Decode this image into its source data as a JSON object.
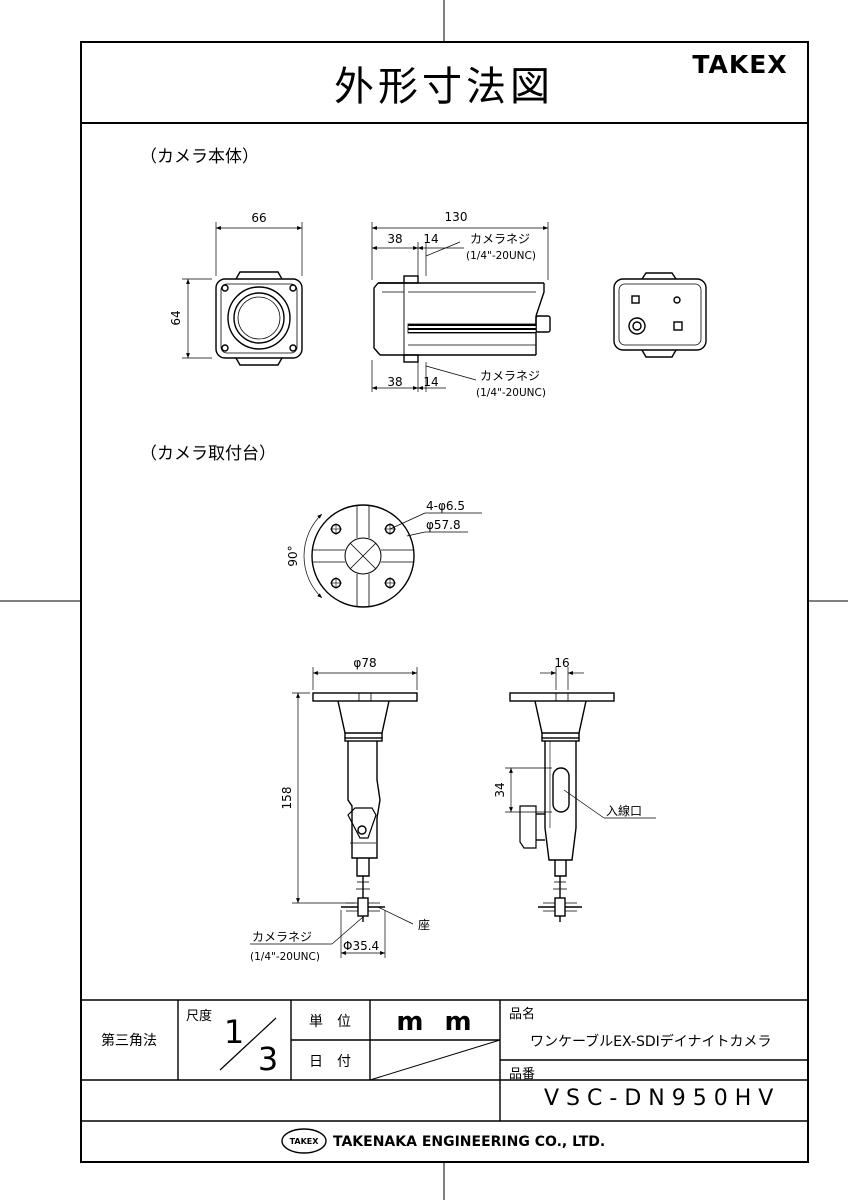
{
  "header": {
    "title": "外形寸法図",
    "brand": "TAKEX"
  },
  "sections": {
    "camera_body": "（カメラ本体）",
    "mount": "（カメラ取付台）"
  },
  "dimensions": {
    "front_width": "66",
    "front_height": "64",
    "side_length": "130",
    "top_offset_a": "38",
    "top_offset_b": "14",
    "bottom_offset_a": "38",
    "bottom_offset_b": "14",
    "screw_label_top": "カメラネジ",
    "screw_spec_top": "(1/4\"-20UNC)",
    "screw_label_bottom": "カメラネジ",
    "screw_spec_bottom": "(1/4\"-20UNC)",
    "holes": "4-φ6.5",
    "pcd": "φ57.8",
    "angle": "90°",
    "base_dia": "φ78",
    "height": "158",
    "depth": "16",
    "slot": "34",
    "inlet": "入線口",
    "seat": "座",
    "mount_screw_label": "カメラネジ",
    "mount_screw_spec": "(1/4\"-20UNC)",
    "seat_dia": "Φ35.4"
  },
  "title_block": {
    "projection": "第三角法",
    "scale_label": "尺度",
    "scale_num": "1",
    "scale_den": "3",
    "unit_label": "単　位",
    "unit_value": "m m",
    "date_label": "日　付",
    "product_name_label": "品名",
    "product_name": "ワンケーブルEX-SDIデイナイトカメラ",
    "product_no_label": "品番",
    "product_no": "VSC-DN950HV"
  },
  "footer": {
    "logo_text": "TAKEX",
    "company": "TAKENAKA ENGINEERING CO., LTD."
  }
}
